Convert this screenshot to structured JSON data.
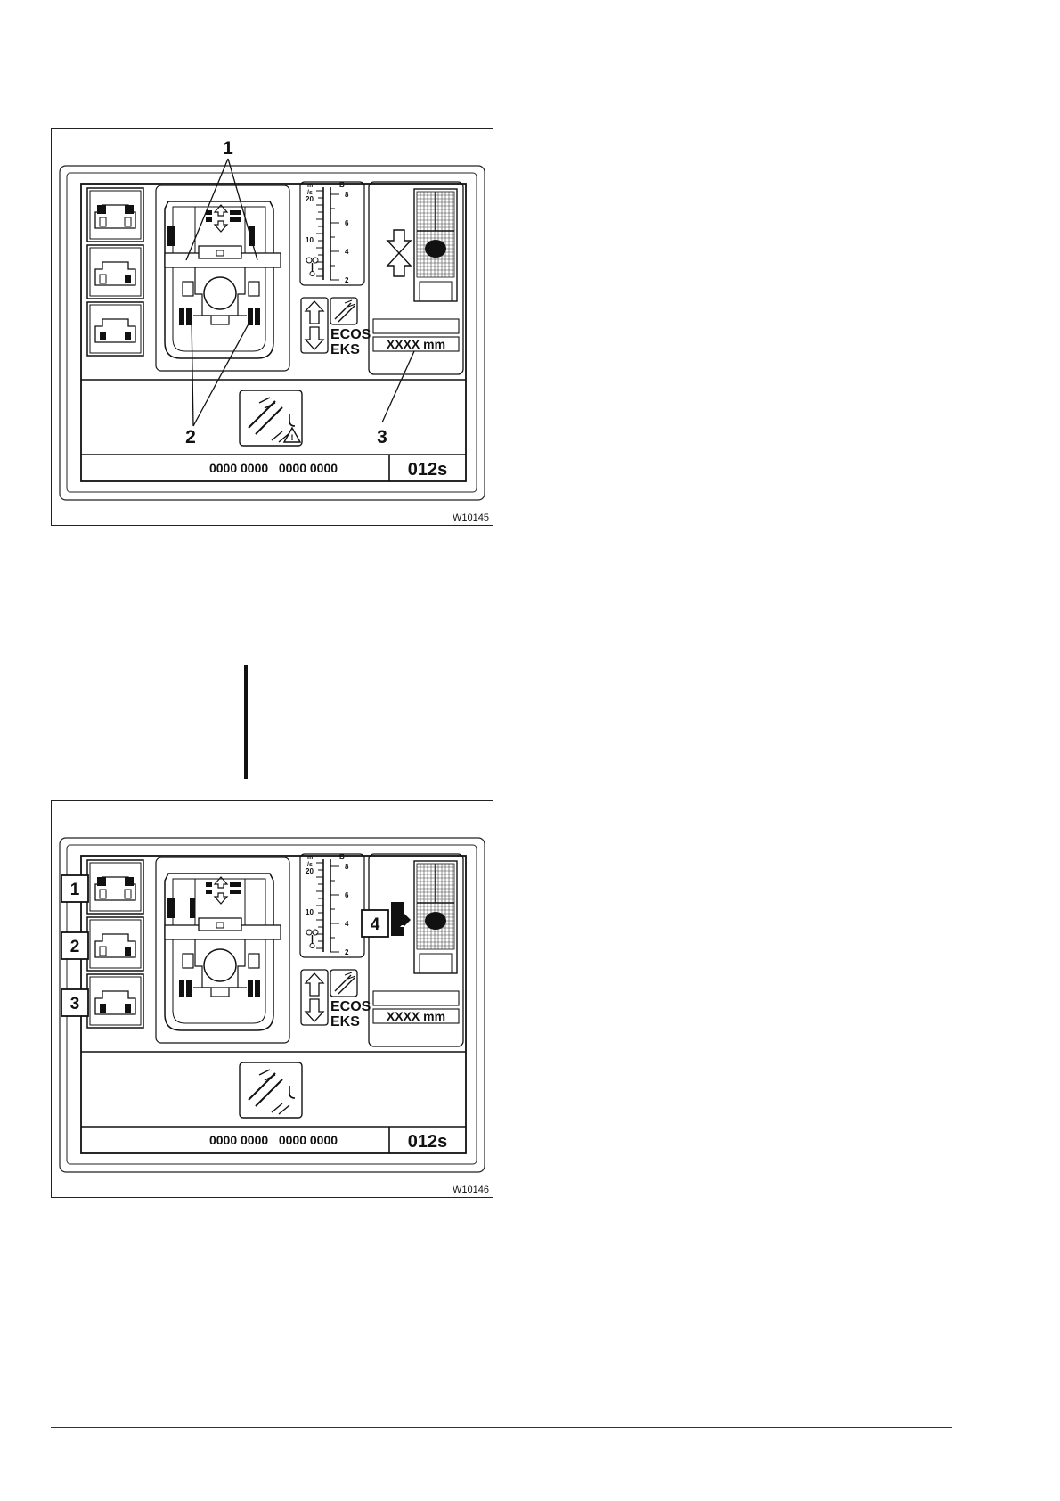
{
  "figures": [
    {
      "id": "W10145",
      "odometer": "0000 0000   0000 0000",
      "timer": "012s",
      "distance": "XXXX mm",
      "ecos": "ECOS",
      "eks": "EKS",
      "speed_unit": "m/s",
      "speed_ticks": [
        "20",
        "10"
      ],
      "b_label": "B",
      "b_ticks": [
        "8",
        "6",
        "4",
        "2"
      ],
      "callouts": [
        "1",
        "2",
        "3"
      ]
    },
    {
      "id": "W10146",
      "odometer": "0000 0000   0000 0000",
      "timer": "012s",
      "distance": "XXXX mm",
      "ecos": "ECOS",
      "eks": "EKS",
      "speed_unit": "m/s",
      "speed_ticks": [
        "20",
        "10"
      ],
      "b_label": "B",
      "b_ticks": [
        "8",
        "6",
        "4",
        "2"
      ],
      "callouts": [
        "1",
        "2",
        "3",
        "4"
      ]
    }
  ]
}
